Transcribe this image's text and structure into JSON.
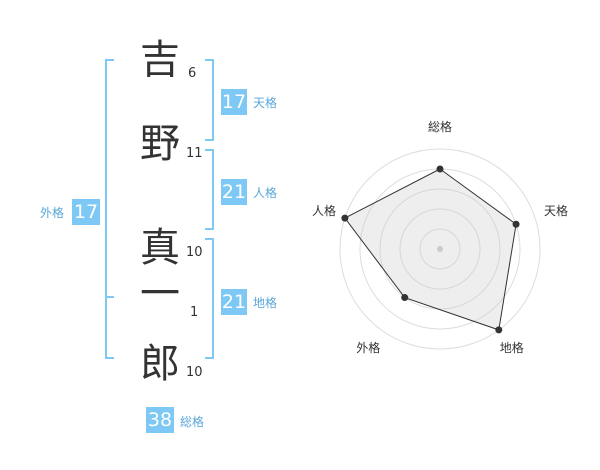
{
  "name": {
    "chars": [
      {
        "char": "吉",
        "strokes": "6"
      },
      {
        "char": "野",
        "strokes": "11"
      },
      {
        "char": "真",
        "strokes": "10"
      },
      {
        "char": "一",
        "strokes": "1"
      },
      {
        "char": "郎",
        "strokes": "10"
      }
    ]
  },
  "kakusu": {
    "tenkaku": {
      "value": "17",
      "label": "天格"
    },
    "jinkaku": {
      "value": "21",
      "label": "人格"
    },
    "chikaku": {
      "value": "21",
      "label": "地格"
    },
    "gaikaku": {
      "value": "17",
      "label": "外格"
    },
    "soukaku": {
      "value": "38",
      "label": "総格"
    }
  },
  "colors": {
    "accent": "#7dc8f4",
    "accent_text": "#5aa7da",
    "text": "#333333"
  },
  "chart_data": {
    "type": "radar",
    "axes": [
      "総格",
      "天格",
      "地格",
      "外格",
      "人格"
    ],
    "max": 5,
    "values": [
      4,
      4,
      5,
      3,
      5
    ],
    "grid": true
  }
}
